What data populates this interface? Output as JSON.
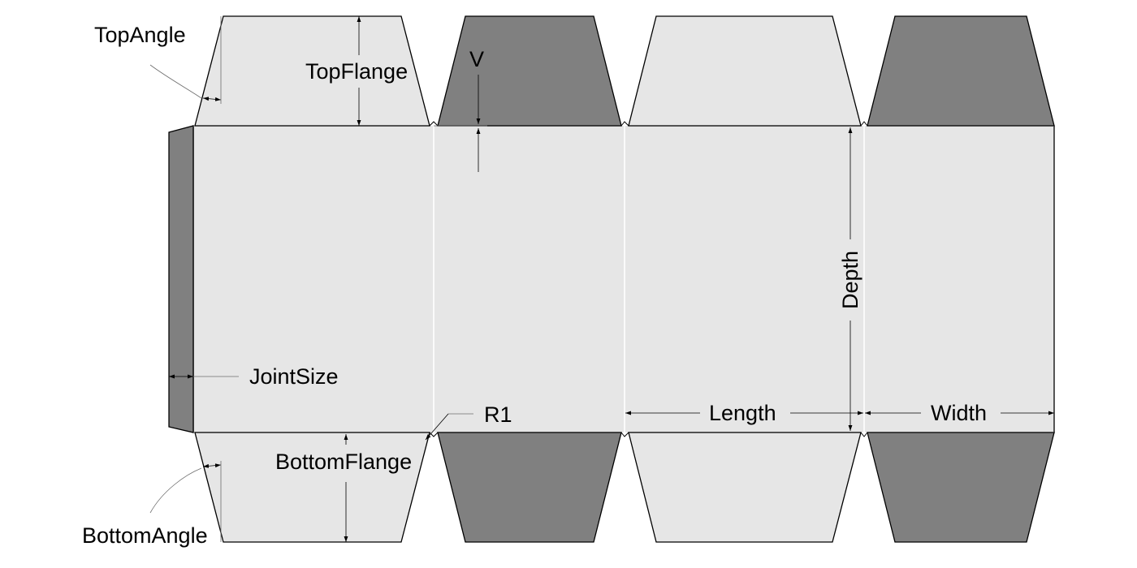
{
  "labels": {
    "top_angle": "TopAngle",
    "top_flange": "TopFlange",
    "v": "V",
    "joint_size": "JointSize",
    "r1": "R1",
    "bottom_flange": "BottomFlange",
    "bottom_angle": "BottomAngle",
    "length": "Length",
    "width": "Width",
    "depth": "Depth"
  },
  "colors": {
    "panel_light": "#e6e6e6",
    "panel_dark": "#808080",
    "fold_line": "#ffffff",
    "outline": "#000000"
  }
}
